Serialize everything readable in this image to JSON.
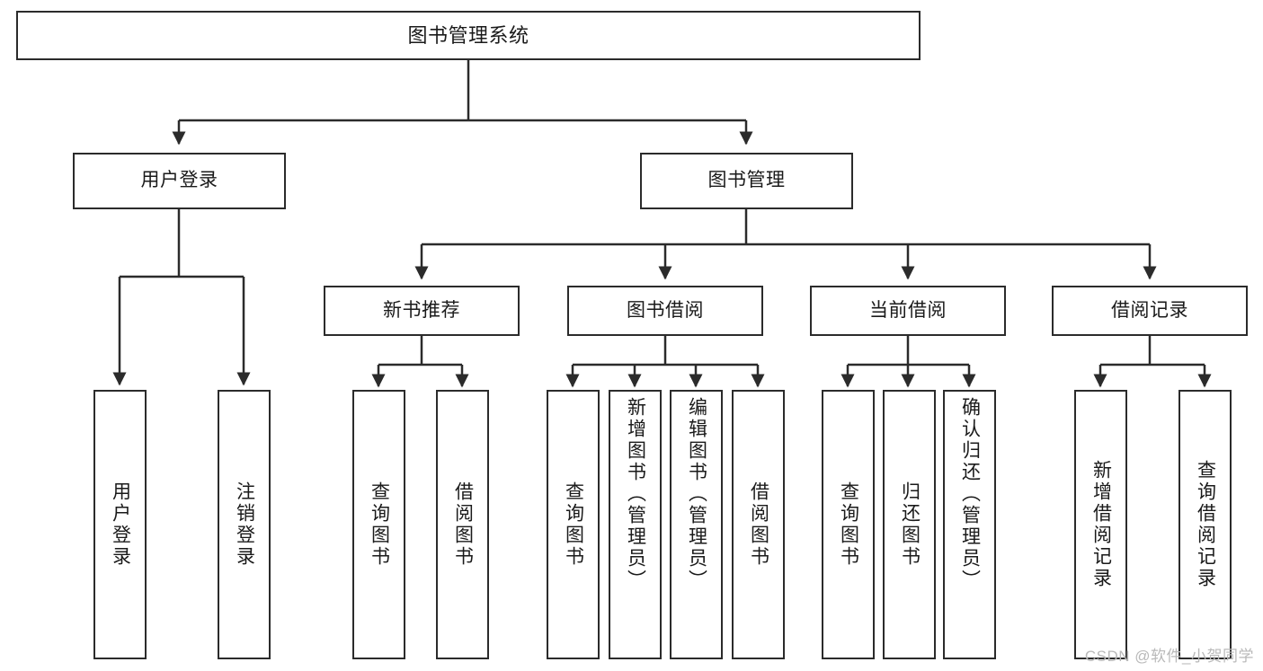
{
  "diagram": {
    "title": "图书管理系统",
    "type": "tree-hierarchy-chart",
    "root": {
      "label": "图书管理系统"
    },
    "level2": [
      {
        "label": "用户登录"
      },
      {
        "label": "图书管理"
      }
    ],
    "level3": [
      {
        "label": "新书推荐"
      },
      {
        "label": "图书借阅"
      },
      {
        "label": "当前借阅"
      },
      {
        "label": "借阅记录"
      }
    ],
    "leaves": [
      {
        "label": "用户登录"
      },
      {
        "label": "注销登录"
      },
      {
        "label": "查询图书"
      },
      {
        "label": "借阅图书"
      },
      {
        "label": "查询图书"
      },
      {
        "label": "新增图书（管理员）"
      },
      {
        "label": "编辑图书（管理员）"
      },
      {
        "label": "借阅图书"
      },
      {
        "label": "查询图书"
      },
      {
        "label": "归还图书"
      },
      {
        "label": "确认归还（管理员）"
      },
      {
        "label": "新增借阅记录"
      },
      {
        "label": "查询借阅记录"
      }
    ]
  },
  "watermark": {
    "text": "CSDN @软件_小贺同学"
  },
  "colors": {
    "stroke": "#2b2b2b",
    "background": "#ffffff",
    "text": "#1a1a1a",
    "watermark": "#b9b9b9"
  }
}
